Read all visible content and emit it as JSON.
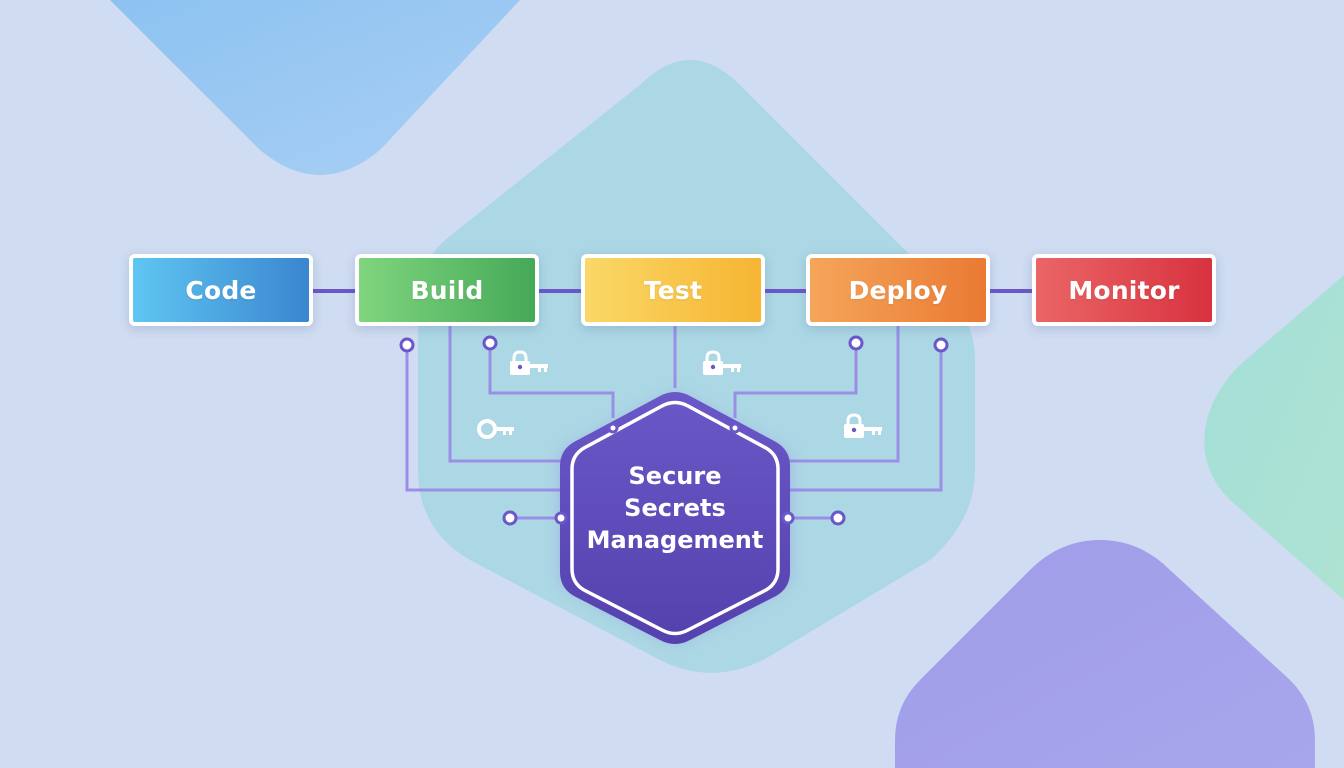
{
  "stages": [
    {
      "label": "Code",
      "color_from": "#5fc6f2",
      "color_to": "#3a86cf"
    },
    {
      "label": "Build",
      "color_from": "#80d57e",
      "color_to": "#45a958"
    },
    {
      "label": "Test",
      "color_from": "#fad867",
      "color_to": "#f6b533"
    },
    {
      "label": "Deploy",
      "color_from": "#f5a55a",
      "color_to": "#ea7a33"
    },
    {
      "label": "Monitor",
      "color_from": "#ea6666",
      "color_to": "#d8323f"
    }
  ],
  "hub": {
    "lines": [
      "Secure",
      "Secrets",
      "Management"
    ],
    "fill": "#5c48b8",
    "outline": "#ffffff"
  },
  "icons": [
    "lock-key-icon",
    "lock-key-icon",
    "key-icon",
    "lock-key-icon"
  ],
  "colors": {
    "connector": "#6a58c9",
    "branch": "#9c8ee6",
    "background": "#cfdcf1"
  }
}
